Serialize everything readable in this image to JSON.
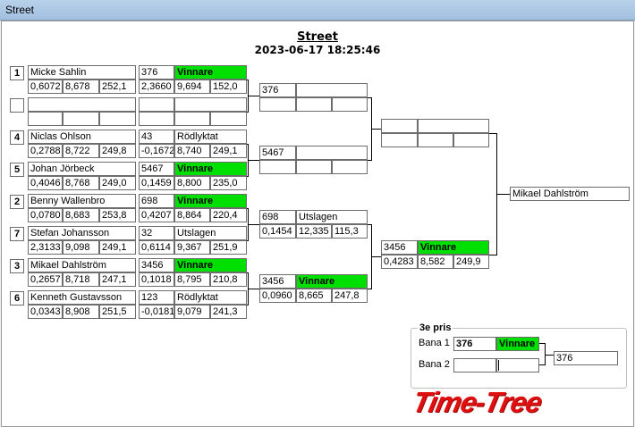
{
  "window": {
    "title": "Street"
  },
  "header": {
    "title": "Street",
    "datetime": "2023-06-17 18:25:46"
  },
  "round1": [
    {
      "seed": "1",
      "name": "Micke Sahlin",
      "r": "0,6072",
      "et": "8,678",
      "sp": "252,1",
      "num": "376",
      "status": "Vinnare",
      "diff": "2,3660",
      "et2": "9,694",
      "sp2": "152,0"
    },
    {
      "seed": "",
      "name": "",
      "r": "",
      "et": "",
      "sp": "",
      "num": "",
      "status": "",
      "diff": "",
      "et2": "",
      "sp2": ""
    },
    {
      "seed": "4",
      "name": "Niclas  Ohlson",
      "r": "0,2788",
      "et": "8,722",
      "sp": "249,8",
      "num": "43",
      "status": "Rödlyktat",
      "diff": "-0,1672",
      "et2": "8,740",
      "sp2": "249,1"
    },
    {
      "seed": "5",
      "name": "Johan Jörbeck",
      "r": "0,4046",
      "et": "8,768",
      "sp": "249,0",
      "num": "5467",
      "status": "Vinnare",
      "diff": "0,1459",
      "et2": "8,800",
      "sp2": "235,0"
    },
    {
      "seed": "2",
      "name": "Benny Wallenbro",
      "r": "0,0780",
      "et": "8,683",
      "sp": "253,8",
      "num": "698",
      "status": "Vinnare",
      "diff": "0,4207",
      "et2": "8,864",
      "sp2": "220,4"
    },
    {
      "seed": "7",
      "name": "Stefan Johansson",
      "r": "2,3133",
      "et": "9,098",
      "sp": "249,1",
      "num": "32",
      "status": "Utslagen",
      "diff": "0,6114",
      "et2": "9,367",
      "sp2": "251,9"
    },
    {
      "seed": "3",
      "name": "Mikael Dahlström",
      "r": "0,2657",
      "et": "8,718",
      "sp": "247,1",
      "num": "3456",
      "status": "Vinnare",
      "diff": "0,1018",
      "et2": "8,795",
      "sp2": "210,8"
    },
    {
      "seed": "6",
      "name": "Kenneth Gustavsson",
      "r": "0,0343",
      "et": "8,908",
      "sp": "251,5",
      "num": "123",
      "status": "Rödlyktat",
      "diff": "-0,0181",
      "et2": "9,079",
      "sp2": "241,3"
    }
  ],
  "round2": [
    {
      "num": "376",
      "status": "",
      "r": "",
      "et": "",
      "sp": ""
    },
    {
      "num": "5467",
      "status": "",
      "r": "",
      "et": "",
      "sp": ""
    },
    {
      "num": "698",
      "status": "Utslagen",
      "r": "0,1454",
      "et": "12,335",
      "sp": "115,3"
    },
    {
      "num": "3456",
      "status": "Vinnare",
      "r": "0,0960",
      "et": "8,665",
      "sp": "247,8"
    }
  ],
  "round3": [
    {
      "num": "",
      "status": "",
      "r": "",
      "et": "",
      "sp": ""
    },
    {
      "num": "3456",
      "status": "Vinnare",
      "r": "0,4283",
      "et": "8,582",
      "sp": "249,9"
    }
  ],
  "final": {
    "winner": "Mikael Dahlström"
  },
  "third": {
    "title": "3e pris",
    "lane1_label": "Bana 1",
    "lane2_label": "Bana 2",
    "lane1_num": "376",
    "lane1_status": "Vinnare",
    "lane2_num": "",
    "lane2_status": "",
    "result": "376"
  },
  "logo": {
    "text": "Time-Tree"
  },
  "colors": {
    "winner": "#00e000",
    "logo": "#e01010"
  }
}
